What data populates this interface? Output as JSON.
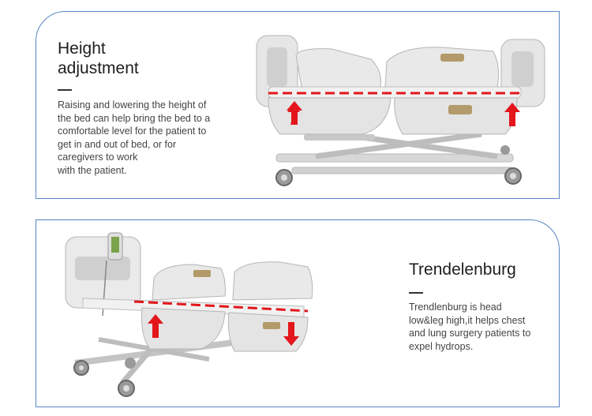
{
  "section1": {
    "title": "Height\nadjustment",
    "description": "Raising and lowering the height of\nthe bed can help bring the bed to a\ncomfortable level for the patient to\nget in and out of bed, or for\ncaregivers to work\nwith the patient."
  },
  "section2": {
    "title": "Trendelenburg",
    "description": "Trendlenburg is head\nlow&leg high,it helps chest\nand lung surgery patients to\nexpel hydrops."
  },
  "colors": {
    "border": "#5b86c5",
    "arrow": "#e3161b",
    "bed": "#dcdcdc"
  }
}
